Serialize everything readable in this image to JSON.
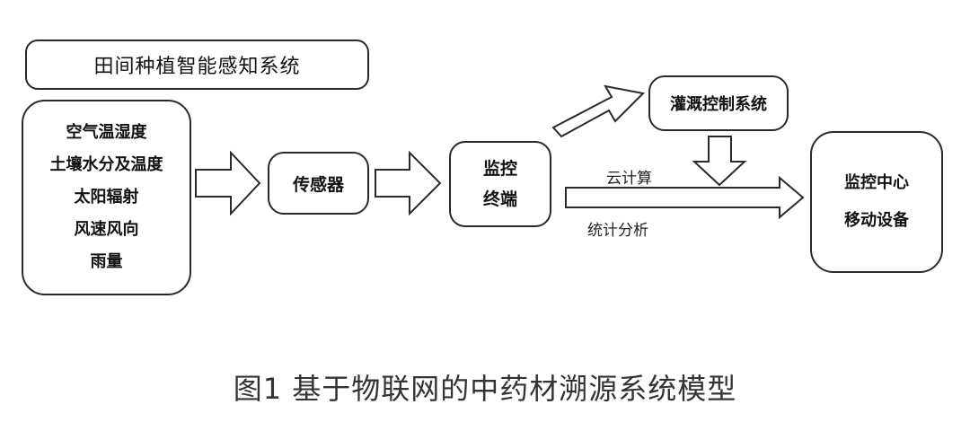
{
  "diagram": {
    "title_box": "田间种植智能感知系统",
    "inputs": [
      "空气温湿度",
      "土壤水分及温度",
      "太阳辐射",
      "风速风向",
      "雨量"
    ],
    "sensor": "传感器",
    "terminal": [
      "监控",
      "终端"
    ],
    "irrigation": "灌溉控制系统",
    "center": [
      "监控中心",
      "移动设备"
    ],
    "label_cloud": "云计算",
    "label_stats": "统计分析",
    "caption": "图1 基于物联网的中药材溯源系统模型"
  }
}
